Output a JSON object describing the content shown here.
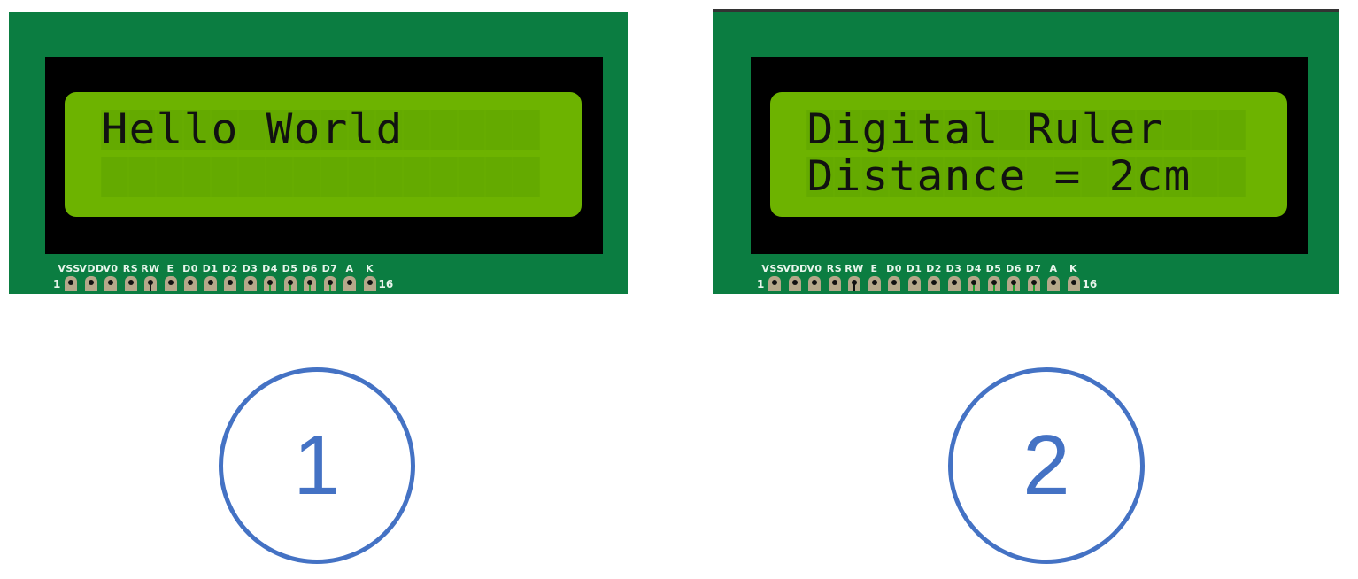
{
  "displays": [
    {
      "line1": "Hello World",
      "line2": ""
    },
    {
      "line1": "Digital Ruler",
      "line2": "Distance = 2cm"
    }
  ],
  "pin_labels": [
    "VSS",
    "VDD",
    "V0",
    "RS",
    "RW",
    "E",
    "D0",
    "D1",
    "D2",
    "D3",
    "D4",
    "D5",
    "D6",
    "D7",
    "A",
    "K"
  ],
  "pin_start": "1",
  "pin_end": "16",
  "circles": [
    "1",
    "2"
  ],
  "colors": {
    "board": "#0b7d41",
    "screen": "#6db300",
    "circle": "#4472c4"
  }
}
